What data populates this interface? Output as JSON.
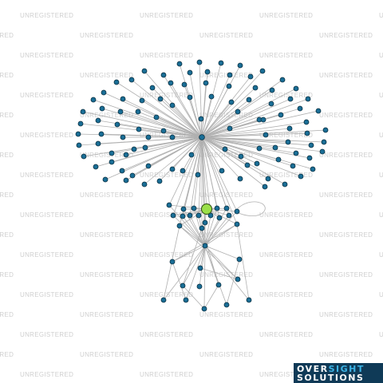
{
  "watermark": {
    "text": "UNREGISTERED"
  },
  "logo": {
    "word1a": "OVER",
    "word1b": "SIGHT",
    "word2": "SOLUTIONS"
  },
  "colors": {
    "node": "#1a6e96",
    "center_node": "#9be04a",
    "edge": "#b0b0b0",
    "watermark": "#cfcfcf",
    "logo_bg": "#0f3a57",
    "logo_accent": "#3bb3e6"
  }
}
